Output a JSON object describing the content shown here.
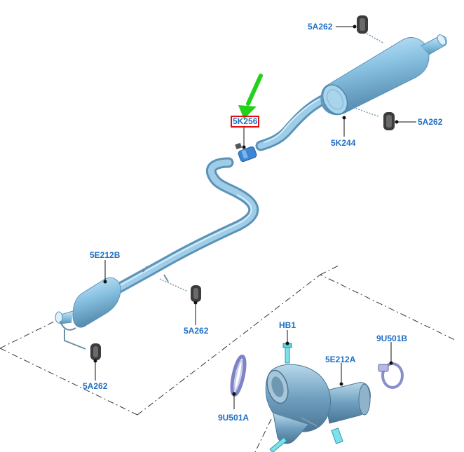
{
  "colors": {
    "label": "#1f6fc5",
    "part_fill": "#8cc4e4",
    "part_dark": "#5b93b8",
    "part_light": "#cfe7f5",
    "rubber": "#3c3c3c",
    "leader": "#111111",
    "highlight_border": "#e01010",
    "arrow": "#22d11a",
    "dash": "#333333"
  },
  "callouts": {
    "hanger_top": "5A262",
    "hanger_right": "5A262",
    "rear_muffler": "5K244",
    "clamp_highlight": "5K256",
    "front_catalyst": "5E212B",
    "hanger_mid": "5A262",
    "hanger_bottom_left": "5A262",
    "bolt_hb1": "HB1",
    "catalyst_5e212a": "5E212A",
    "clamp_9u501b": "9U501B",
    "gasket_9u501a": "9U501A"
  },
  "highlighted_part": "5K256"
}
